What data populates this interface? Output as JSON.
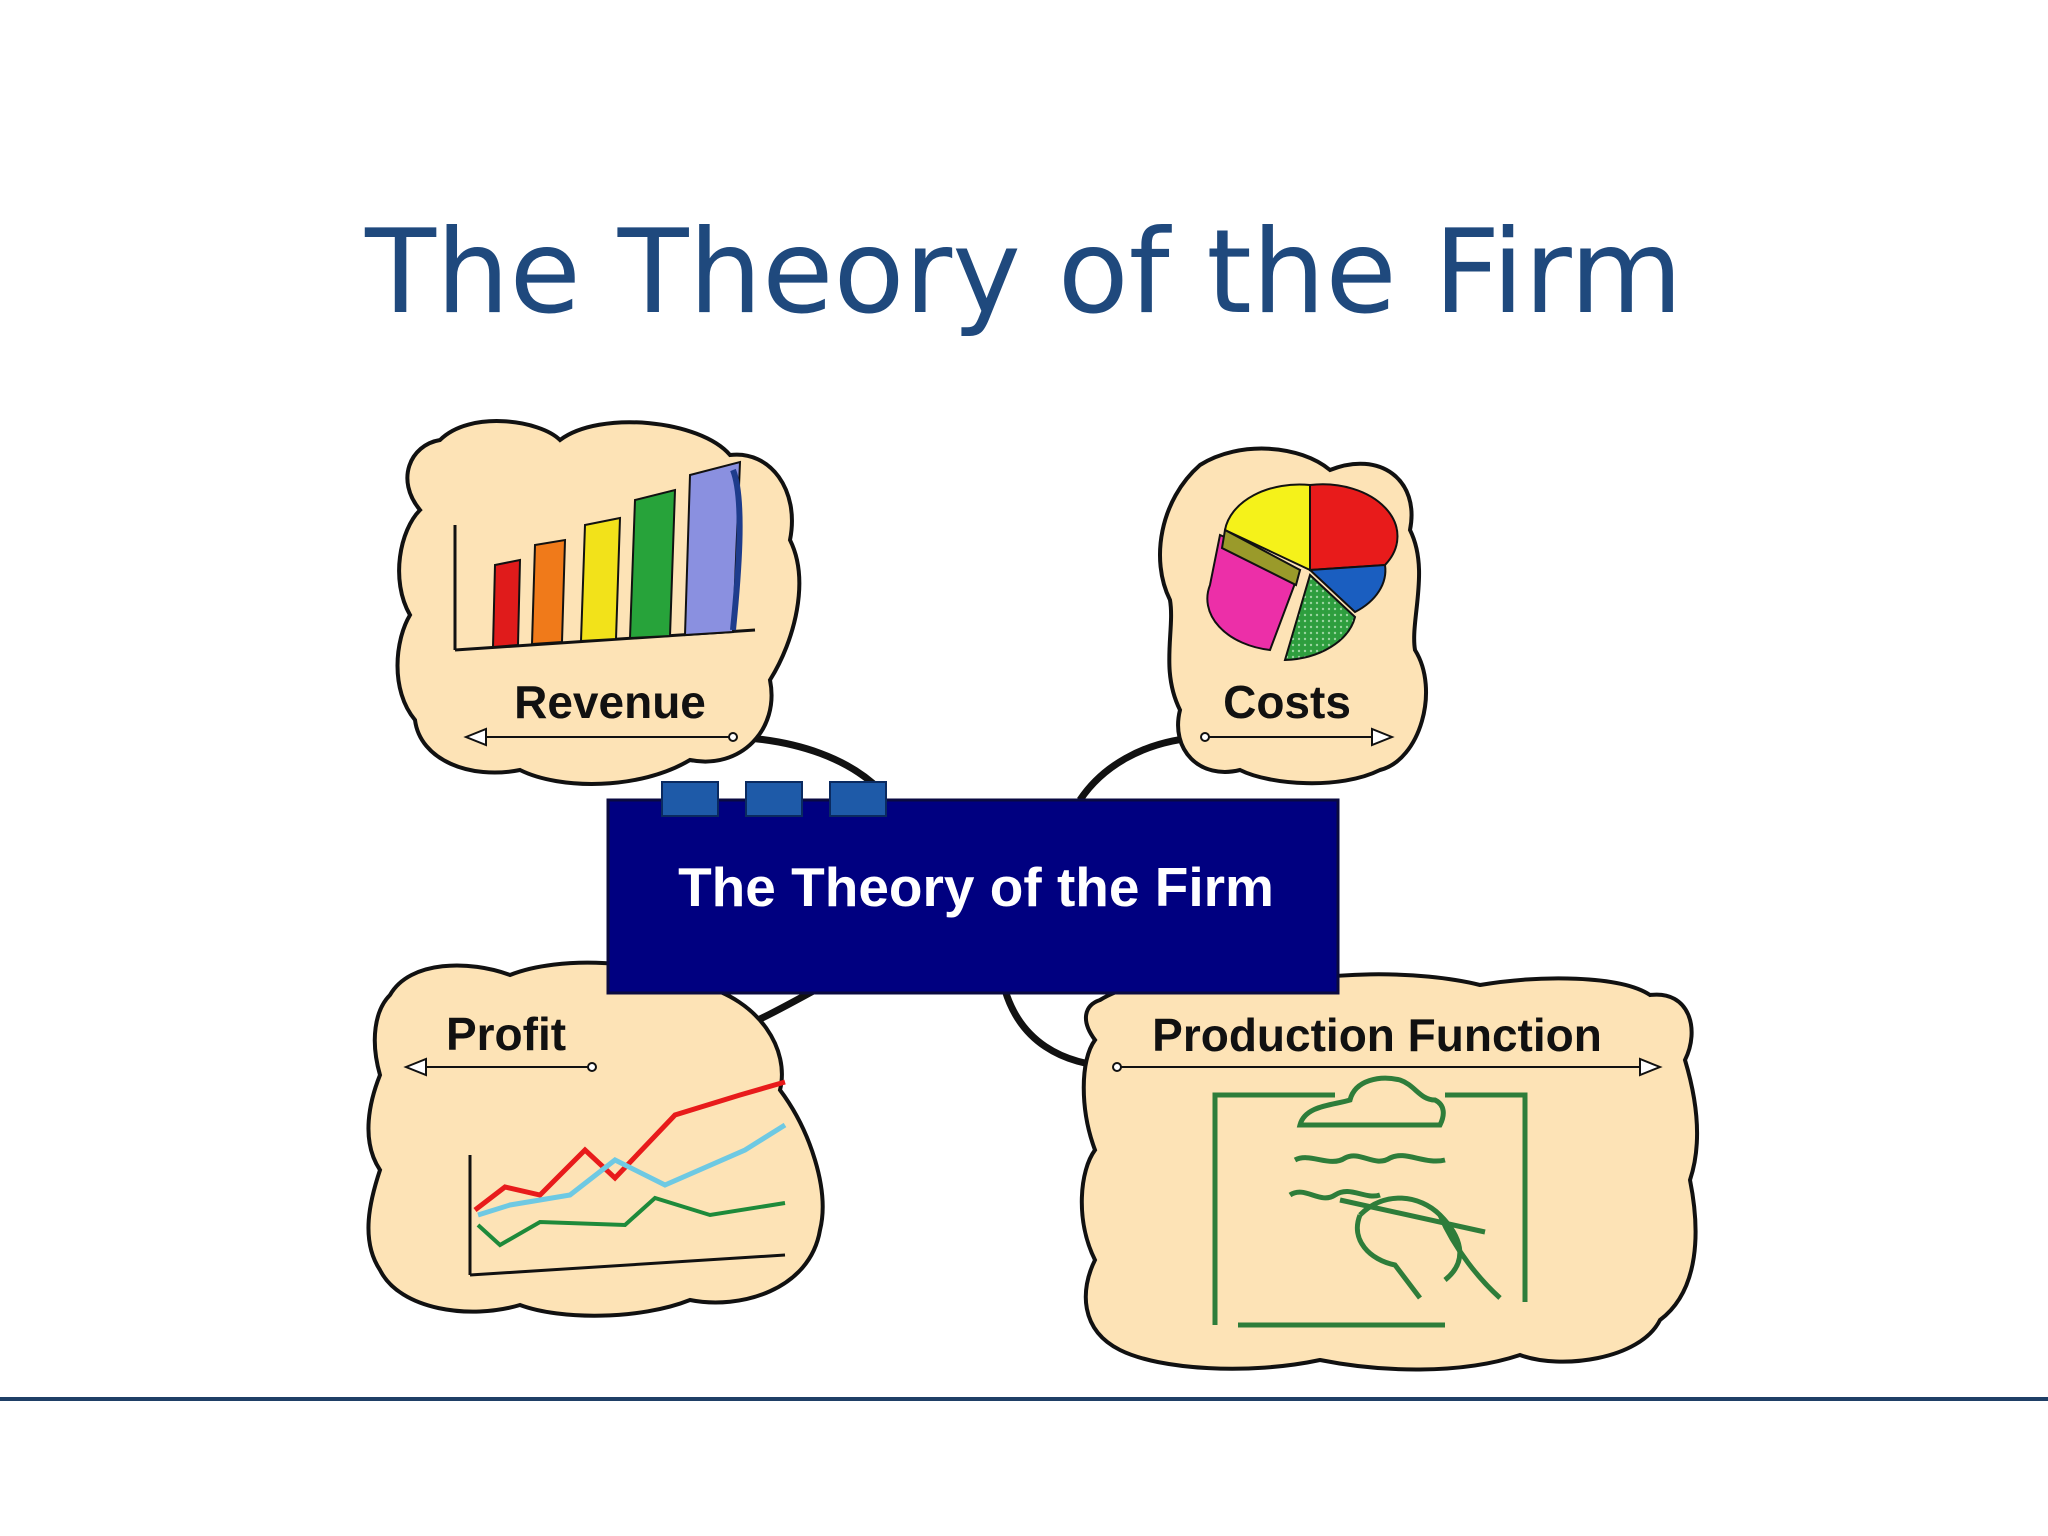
{
  "slide": {
    "title": "The Theory of the Firm"
  },
  "diagram": {
    "center": {
      "label": "The Theory of the Firm"
    },
    "nodes": {
      "revenue": {
        "label": "Revenue"
      },
      "costs": {
        "label": "Costs"
      },
      "profit": {
        "label": "Profit"
      },
      "production": {
        "label": "Production Function"
      }
    }
  },
  "colors": {
    "title": "#1f497d",
    "cloud_fill": "#fde3b6",
    "center_box": "#000080",
    "tab": "#1e5aa8",
    "footer_rule": "#1f3f66"
  }
}
